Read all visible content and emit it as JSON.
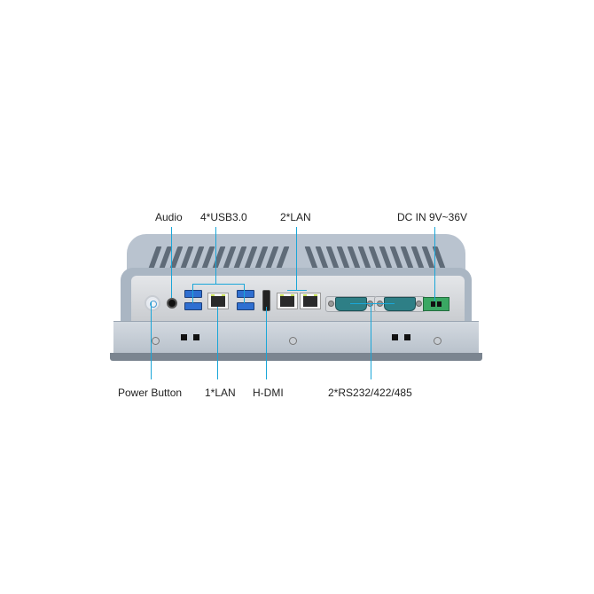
{
  "figure": {
    "title": "Industrial panel PC I/O port diagram",
    "callouts_top": [
      {
        "id": "audio",
        "label": "Audio"
      },
      {
        "id": "usb",
        "label": "4*USB3.0"
      },
      {
        "id": "lan2",
        "label": "2*LAN"
      },
      {
        "id": "dcin",
        "label": "DC IN 9V~36V"
      }
    ],
    "callouts_bottom": [
      {
        "id": "power",
        "label": "Power Button"
      },
      {
        "id": "lan1",
        "label": "1*LAN"
      },
      {
        "id": "hdmi",
        "label": "H-DMI"
      },
      {
        "id": "serial",
        "label": "2*RS232/422/485"
      }
    ],
    "colors": {
      "callout_line": "#1aa6d8",
      "usb_port": "#2f6fd1",
      "db9_port": "#2e7f86",
      "dc_terminal": "#3aa863",
      "chassis": "#b9c3cf",
      "io_panel": "#d6d9dc"
    }
  }
}
